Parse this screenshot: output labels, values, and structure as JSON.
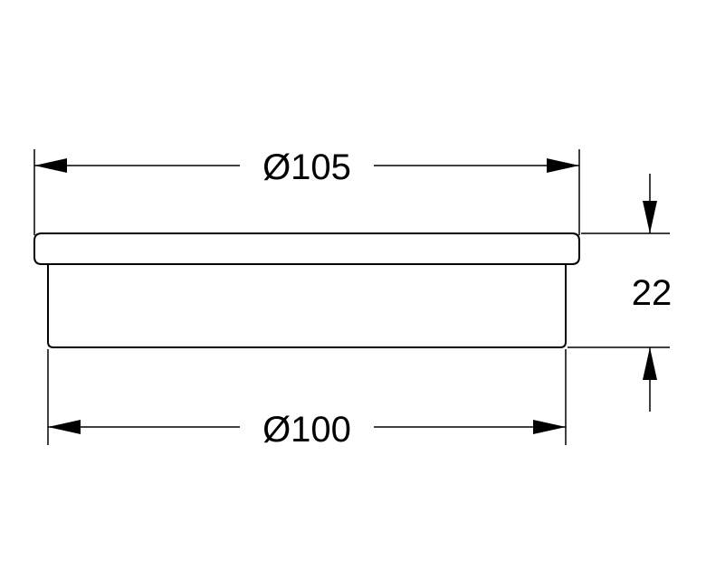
{
  "drawing": {
    "top_diameter_label": "Ø105",
    "bottom_diameter_label": "Ø100",
    "height_label": "22"
  },
  "colors": {
    "line": "#000000",
    "background": "#ffffff"
  }
}
